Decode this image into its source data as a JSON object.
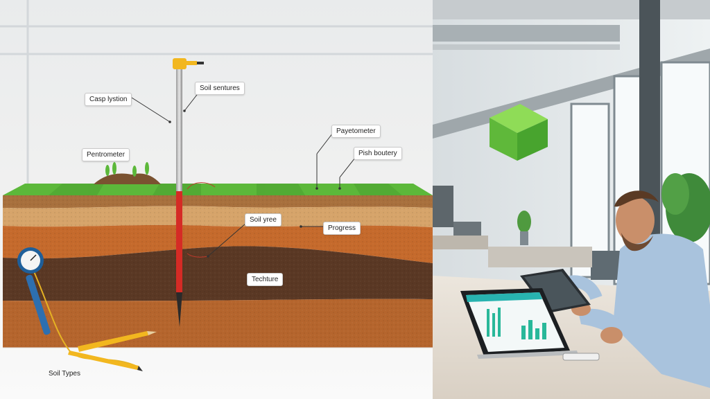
{
  "labels": {
    "casp_lystion": "Casp lystion",
    "soil_sentures": "Soil sentures",
    "payetometer": "Payetometer",
    "pish_boutery": "Pish boutery",
    "pentrometer": "Pentrometer",
    "soil_yree": "Soil yree",
    "progress": "Progress",
    "techture": "Techture",
    "soil_types": "Soil Types"
  },
  "colors": {
    "grass": "#5cb83a",
    "probe_red": "#d52b25",
    "handle_yellow": "#f2b71f",
    "soil_light": "#d6a46a",
    "soil_orange": "#c56a2c",
    "soil_dark": "#5a3824",
    "soil_deep": "#b5652d",
    "accent_green_cube": "#6cc83a"
  },
  "icons": {
    "gauge": "pressure-gauge-icon",
    "pencil": "pencil-icon",
    "cube": "cube-icon",
    "tablet": "tablet-icon"
  }
}
